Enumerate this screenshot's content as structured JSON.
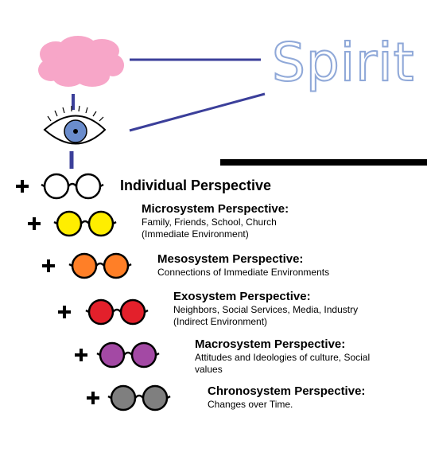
{
  "header": {
    "word": "Spirit"
  },
  "colors": {
    "brain": "#f7a6c8",
    "connector": "#3b3f9a",
    "iris": "#6a8ccc",
    "rule": "#000000"
  },
  "lenses": [
    {
      "color": "#ffffff",
      "title": "Individual Perspective",
      "desc": []
    },
    {
      "color": "#ffee00",
      "title": "Microsystem Perspective:",
      "desc": [
        "Family, Friends, School, Church",
        "(Immediate Environment)"
      ]
    },
    {
      "color": "#ff7f27",
      "title": "Mesosystem Perspective:",
      "desc": [
        "Connections of Immediate Environments"
      ]
    },
    {
      "color": "#e3202b",
      "title": "Exosystem Perspective:",
      "desc": [
        "Neighbors, Social Services, Media, Industry",
        "(Indirect Environment)"
      ]
    },
    {
      "color": "#a349a4",
      "title": "Macrosystem Perspective:",
      "desc": [
        "Attitudes and Ideologies of culture, Social",
        "values"
      ]
    },
    {
      "color": "#7f7f7f",
      "title": "Chronosystem Perspective:",
      "desc": [
        "Changes over Time."
      ]
    }
  ]
}
